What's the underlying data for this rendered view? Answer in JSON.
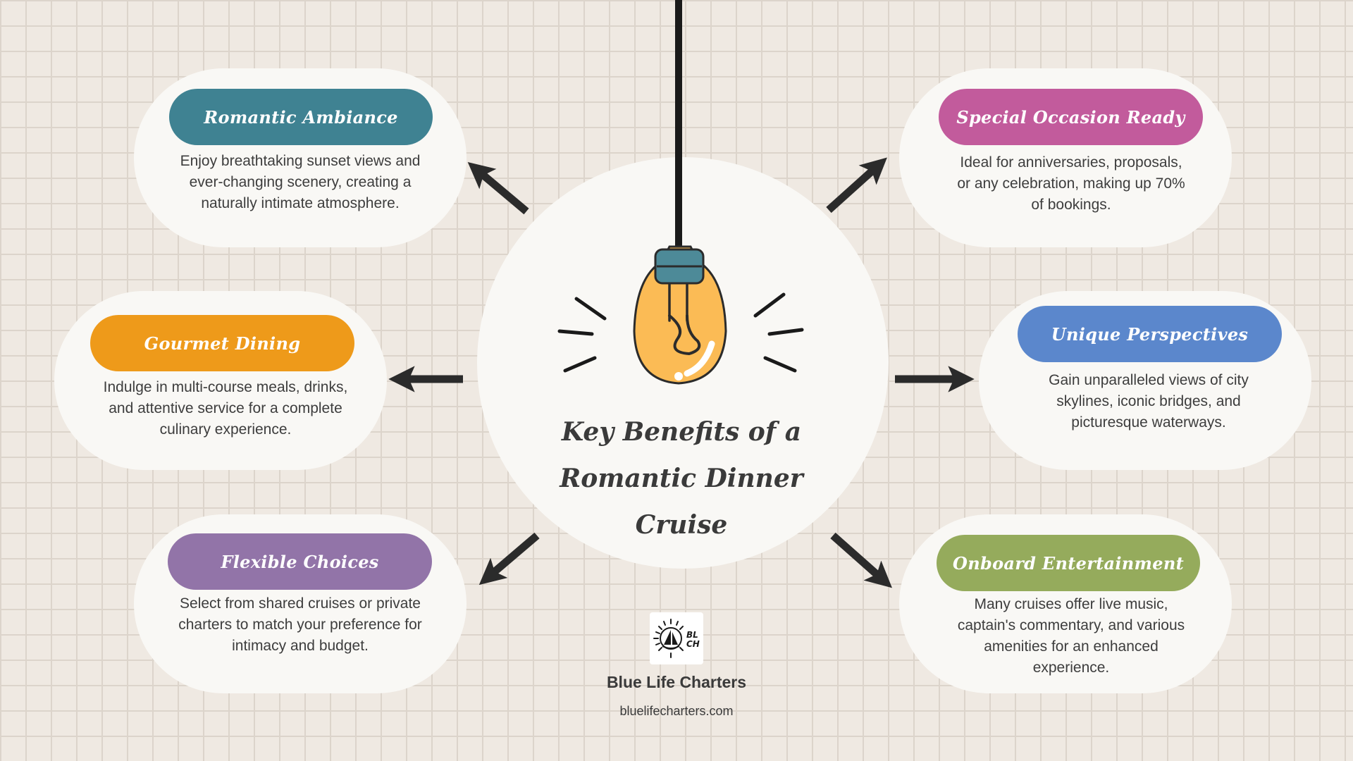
{
  "title": {
    "line1": "Key Benefits of a",
    "line2": "Romantic Dinner Cruise"
  },
  "benefits": [
    {
      "title": "Romantic Ambiance",
      "color": "#3f8292",
      "lines": [
        "Enjoy breathtaking sunset views and",
        "ever-changing scenery, creating a",
        "naturally intimate atmosphere."
      ]
    },
    {
      "title": "Gourmet Dining",
      "color": "#ee9a1a",
      "lines": [
        "Indulge in multi-course meals, drinks,",
        "and attentive service for a complete",
        "culinary experience."
      ]
    },
    {
      "title": "Flexible Choices",
      "color": "#9274a8",
      "lines": [
        "Select from shared cruises or private",
        "charters to match your preference for",
        "intimacy and budget."
      ]
    },
    {
      "title": "Special Occasion Ready",
      "color": "#c25b9c",
      "lines": [
        "Ideal for anniversaries, proposals,",
        "or any celebration, making up 70%",
        "of bookings."
      ]
    },
    {
      "title": "Unique Perspectives",
      "color": "#5b87cc",
      "lines": [
        "Gain unparalleled views of city",
        "skylines, iconic bridges, and",
        "picturesque waterways."
      ]
    },
    {
      "title": "Onboard Entertainment",
      "color": "#95ab5c",
      "lines": [
        "Many cruises offer live music,",
        "captain's commentary, and various",
        "amenities for an enhanced",
        "experience."
      ]
    }
  ],
  "brand": {
    "name": "Blue Life Charters",
    "url": "bluelifecharters.com",
    "logo_text": "BLUE LIFE CHARTERS"
  },
  "icons": {
    "bulb": "lightbulb-icon",
    "arrows": "arrow-icon",
    "logo": "sailboat-logo"
  }
}
